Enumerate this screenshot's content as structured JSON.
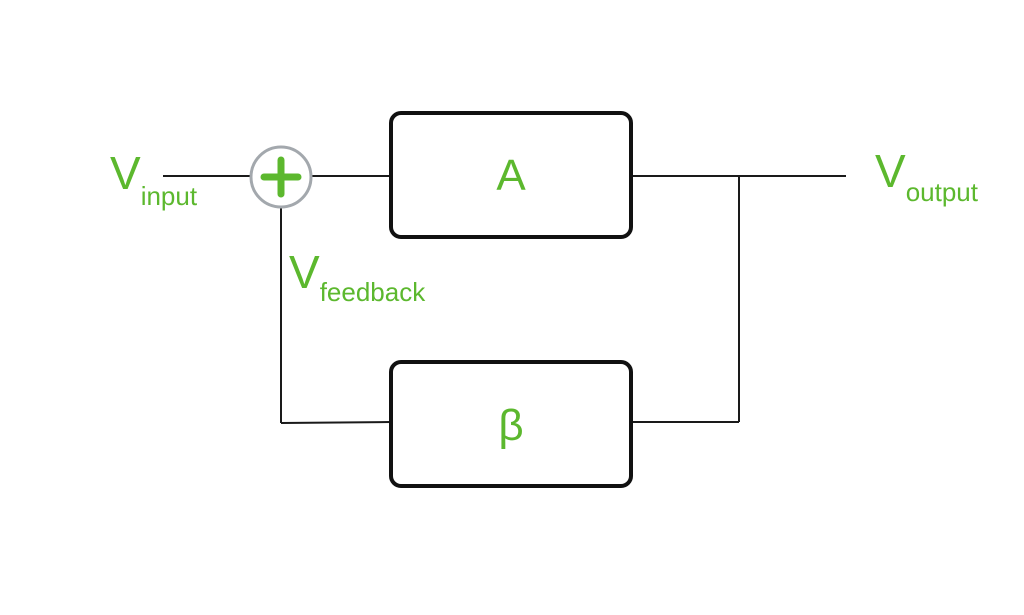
{
  "blocks": {
    "forward": {
      "label": "A"
    },
    "feedback": {
      "label": "β"
    }
  },
  "signals": {
    "input": {
      "main": "V",
      "sub": "input"
    },
    "output": {
      "main": "V",
      "sub": "output"
    },
    "feedback": {
      "main": "V",
      "sub": "feedback"
    }
  },
  "summing_junction": {
    "symbol": "+"
  },
  "colors": {
    "accent": "#5cb82e",
    "line": "#1a1a1a",
    "ring": "#a3a8ad"
  }
}
